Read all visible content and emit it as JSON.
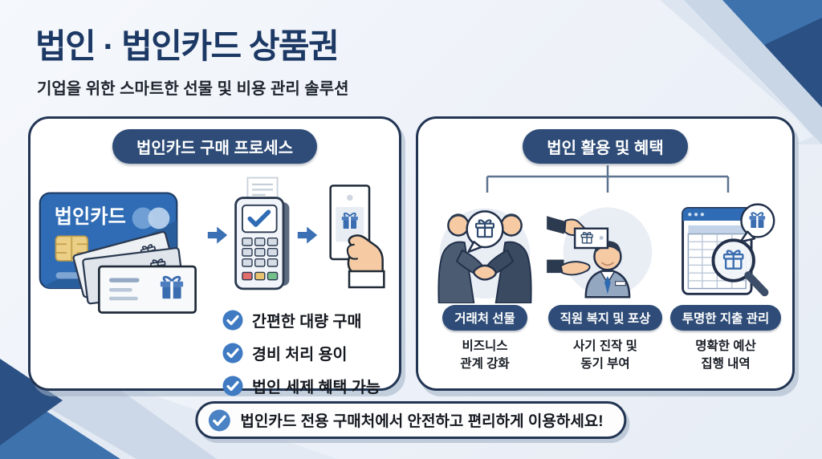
{
  "page": {
    "title": "법인 · 법인카드 상품권",
    "subtitle": "기업을 위한 스마트한 선물 및 비용 관리 솔루션"
  },
  "left_panel": {
    "header": "법인카드 구매 프로세스",
    "card_label": "법인카드",
    "checklist": [
      {
        "text": "간편한 대량 구매"
      },
      {
        "text": "경비 처리 용이"
      },
      {
        "text": "법인 세제 혜택 가능"
      }
    ]
  },
  "right_panel": {
    "header": "법인 활용 및 혜택",
    "columns": [
      {
        "label": "거래처 선물",
        "desc": "비즈니스\n관계 강화",
        "icon": "handshake-gift-icon"
      },
      {
        "label": "직원 복지 및 포상",
        "desc": "사기 진작 및\n동기 부여",
        "icon": "voucher-to-employee-icon"
      },
      {
        "label": "투명한 지출 관리",
        "desc": "명확한 예산\n집행 내역",
        "icon": "ledger-magnifier-icon"
      }
    ]
  },
  "footer": {
    "message": "법인카드 전용 구매처에서 안전하고 편리하게 이용하세요!"
  },
  "icons": {
    "check": "✓",
    "arrow_right": "→",
    "gift": "🎁"
  },
  "colors": {
    "title_navy": "#1c3864",
    "pill_navy": "#2e4c77",
    "panel_border_navy": "#223553",
    "accent_blue": "#3c70b4",
    "check_blue": "#3f7ac2",
    "card_blue": "#2e6ab0",
    "background": "#edf1f8",
    "deco_medium_blue": "#3d72ad",
    "deco_dark_blue": "#2b5083",
    "deco_light_band": "#c9d6e6"
  }
}
